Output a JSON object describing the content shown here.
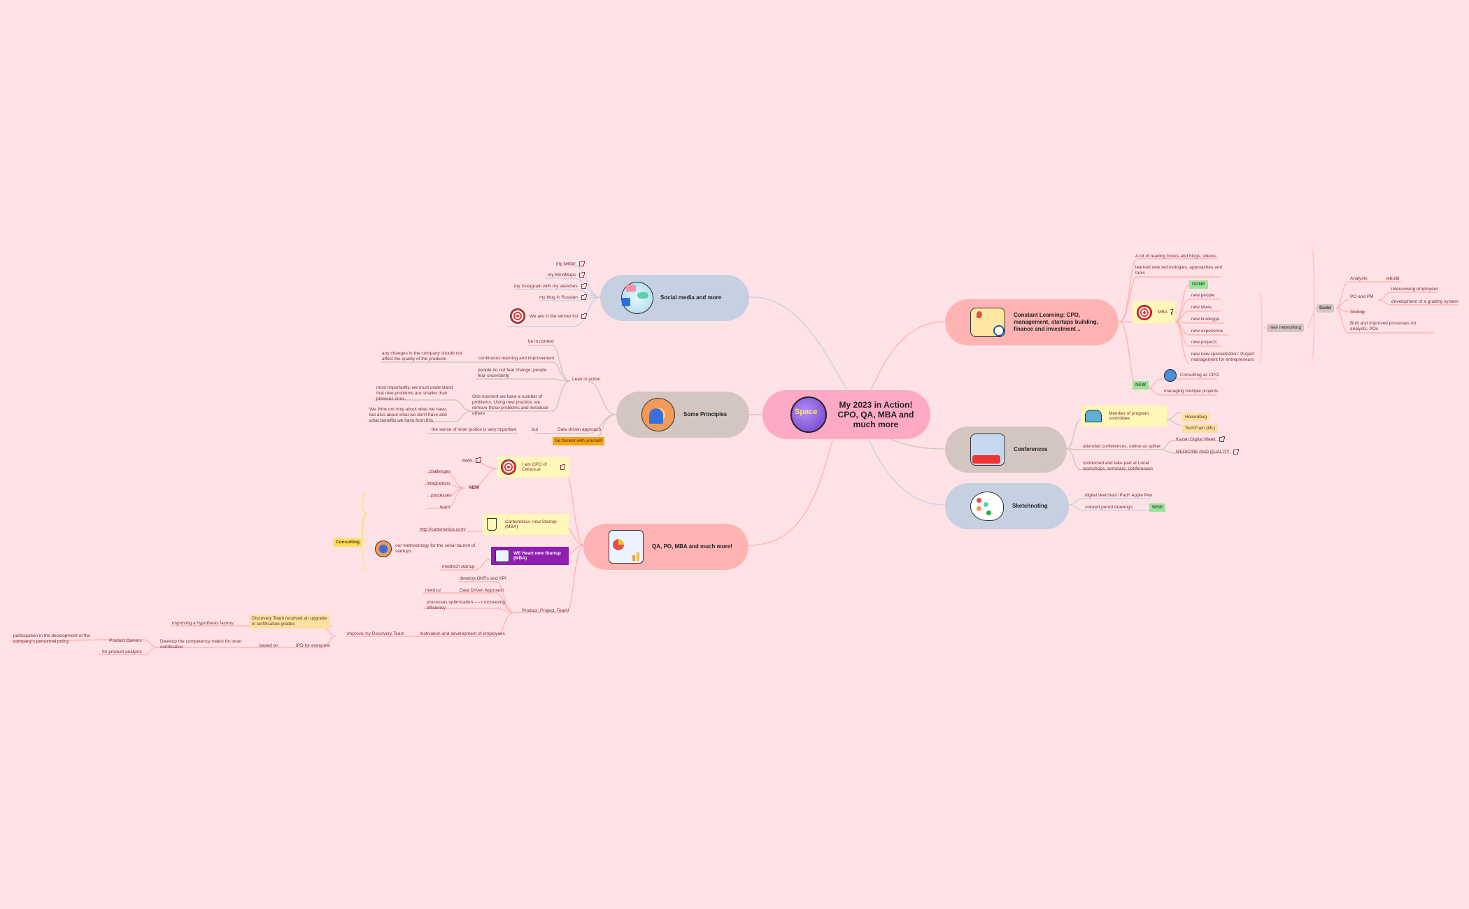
{
  "root": {
    "title": "My 2023 in Action! CPO, QA,  MBA and much more",
    "icon": "space-planet-rocket-icon",
    "color": "#ffaac5"
  },
  "colors": {
    "background": "#fee2e6",
    "pink_branch": "#ffb0b0",
    "blue_branch": "#c5d0e0",
    "gray_branch": "#d3c6c0",
    "tag_yellow": "#fff7b8",
    "tag_green": "#9be39b",
    "tag_orange": "#f4a516"
  },
  "social": {
    "label": "Social media and more",
    "items": [
      "my twitter",
      "my MindMaps",
      "my Instagram with my sketches",
      "my blog in Russian"
    ],
    "winner": "We are in the winner list"
  },
  "principles": {
    "label": "Some Principles",
    "lean": {
      "label": "Lean in action",
      "be_in_context": "be in context",
      "continuous": "continuous learning and improvement",
      "continuous_child": "any changes in the company should not affect the quality of the products",
      "fear": "people do not fear change; people fear uncertainty",
      "moment": "One moment  we have a number of problems. Using new practice, we remove these problems and introduce others",
      "moment_children": [
        "most importantly, we must understand that new problems are smaller than previous ones.",
        "We think not only about what we have, but also about what we don't have and what benefits we have from this"
      ]
    },
    "data_driven": "Data driven approach",
    "but": "but",
    "justice": "the sense of inner justice is very important",
    "honest": "be honest with yourself"
  },
  "qa": {
    "label": "QA, PO, MBA and much more!",
    "celsus": {
      "label": "I am CPO of Celsus.ai",
      "news": "news",
      "new_tag": "NEW",
      "new_items": [
        "challenges",
        "integrations",
        "processes",
        "team"
      ]
    },
    "carbonetica": {
      "label": "Carbonetica- new Startup (MBA)",
      "url": "http://carbonetica.com/"
    },
    "weheart": {
      "label": "WE Heart new Startup (MBA)",
      "methodology": "our methodology for the serial launch of startups",
      "medtech": "medtech startup",
      "consulting": "Consulting"
    },
    "ppt": {
      "label": "Product, Project, Team!",
      "okr": "develop OKRs and KPI",
      "data": "Data Driven Approach",
      "metrics": "metrics!",
      "processes": "processes optimization ----> increasing efficiency",
      "motivation": "motivation and development of employees",
      "discovery": {
        "label": "Improve my Discovery Team",
        "upgrade": "Discovery  Team received an upgrade in certification grades",
        "hypothesis": "improving a hypothesis factory",
        "ipd": "IPD for everyone",
        "based_on": "based on",
        "matrix": "Develop the competency matrix for inner certification",
        "po": "Product Owners",
        "po_child": "participation in the development of the company's personnel policy",
        "analysts": "for product analysts"
      }
    }
  },
  "learning": {
    "label": "Constant Learning: CPO, management,  startups building, finance and investment ..",
    "reading": "A lot of reading books and blogs, videos...",
    "learned": "learned new technologies, approaches and tools",
    "mba": {
      "label": "MBA",
      "done": "DONE",
      "items": [
        "new people",
        "new ideas",
        "new knolegge",
        "new experience",
        "new projects",
        "new new specialization: Project management for entrepreneurs"
      ]
    },
    "networking": "new networking",
    "guild": {
      "label": "Guild",
      "analysts": "Analysts",
      "rebuild": "rebuild",
      "popm": "PO and PM",
      "interviewing": "interviewing employees",
      "grading": "development of a grading system",
      "testing": "Testing",
      "built": "Built and improved processes for analysts, POs"
    },
    "new_tag": "NEW",
    "consulting_cpo": "Consulting as CPO",
    "managing": "managing multiple projects"
  },
  "conferences": {
    "label": "Conferences",
    "committee": "Member of program committee",
    "committee_items": [
      "Heisenbug",
      "TechTrain (ML)"
    ],
    "attended": "attended conferences, online as spiker",
    "attended_items": [
      "Kazan Digital Week",
      "MEDICINE AND QUALITY"
    ],
    "conducted": "conducted  and take part at  Local workshops,  seminars, conferences"
  },
  "sketch": {
    "label": "Sketchnoting",
    "digital": "digital sketches! iPad+ Apple Pen",
    "colored": "colored pencil drawings",
    "new_tag": "NEW"
  }
}
